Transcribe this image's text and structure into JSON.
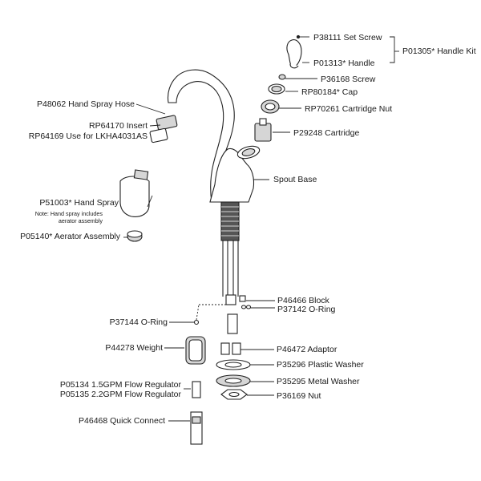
{
  "colors": {
    "line": "#222222",
    "part_fill": "#ffffff",
    "shade": "#d6d6d6",
    "dark": "#555555",
    "label_text": "#1a1a1a"
  },
  "labels": {
    "p38111": "P38111 Set Screw",
    "p01313": "P01313* Handle",
    "p01305": "P01305* Handle Kit",
    "p36168": "P36168 Screw",
    "rp80184": "RP80184* Cap",
    "rp70261": "RP70261 Cartridge Nut",
    "p29248": "P29248 Cartridge",
    "p48062": "P48062 Hand Spray Hose",
    "rp64170": "RP64170 Insert",
    "rp64169": "RP64169 Use for LKHA4031AS",
    "spout_base": "Spout Base",
    "p51003": "P51003* Hand Spray",
    "note_line1": "Note: Hand spray includes",
    "note_line2": "aerator assembly",
    "p05140": "P05140* Aerator Assembly",
    "p46466": "P46466 Block",
    "p37142": "P37142 O-Ring",
    "p37144": "P37144 O-Ring",
    "p44278": "P44278 Weight",
    "p46472": "P46472 Adaptor",
    "p35296": "P35296 Plastic Washer",
    "p35295": "P35295 Metal Washer",
    "p36169": "P36169 Nut",
    "p05134": "P05134 1.5GPM Flow Regulator",
    "p05135": "P05135 2.2GPM Flow Regulator",
    "p46468": "P46468 Quick Connect"
  }
}
